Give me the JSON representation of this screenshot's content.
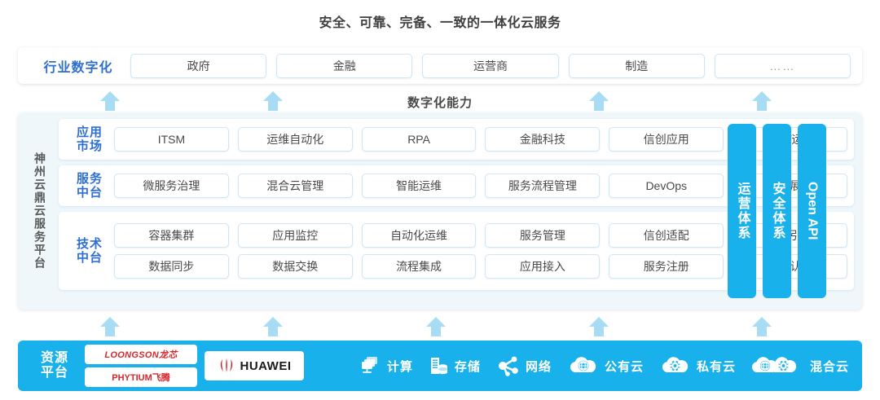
{
  "title": "安全、可靠、完备、一致的一体化云服务",
  "capability_label": "数字化能力",
  "colors": {
    "accent_blue": "#18b1ec",
    "label_blue": "#2f6fd0",
    "arrow_blue": "#a8dcf5",
    "panel_bg": "#eff7fb",
    "chip_border": "#cfe6f7",
    "vendor_red": "#d8262c"
  },
  "industry": {
    "label": "行业数字化",
    "items": [
      {
        "label": "政府"
      },
      {
        "label": "金融"
      },
      {
        "label": "运营商"
      },
      {
        "label": "制造"
      },
      {
        "label": "……"
      }
    ]
  },
  "platform": {
    "vertical_label": "神州云鼎云服务平台",
    "layers": [
      {
        "label_line1": "应用",
        "label_line2": "市场",
        "rows": [
          [
            "ITSM",
            "运维自动化",
            "RPA",
            "金融科技",
            "信创应用",
            "运维/运营"
          ]
        ]
      },
      {
        "label_line1": "服务",
        "label_line2": "中台",
        "rows": [
          [
            "微服务治理",
            "混合云管理",
            "智能运维",
            "服务流程管理",
            "DevOps",
            "大屏展示"
          ]
        ]
      },
      {
        "label_line1": "技术",
        "label_line2": "中台",
        "rows": [
          [
            "容器集群",
            "应用监控",
            "自动化运维",
            "服务管理",
            "信创适配",
            "流程引擎"
          ],
          [
            "数据同步",
            "数据交换",
            "流程集成",
            "应用接入",
            "服务注册",
            "统一认证"
          ]
        ]
      }
    ],
    "side_bars": [
      {
        "label": "运营体系",
        "latin": false
      },
      {
        "label": "安全体系",
        "latin": false
      },
      {
        "label": "Open API",
        "latin": true
      }
    ]
  },
  "resource": {
    "label_line1": "资源",
    "label_line2": "平台",
    "vendors": [
      {
        "name": "LOONGSON龙芯",
        "icon": "loongson-logo"
      },
      {
        "name": "PHYTIUM飞腾",
        "icon": "phytium-logo"
      }
    ],
    "huawei": {
      "name": "HUAWEI",
      "icon": "huawei-logo"
    },
    "items": [
      {
        "label": "计算",
        "icon": "compute-icon"
      },
      {
        "label": "存储",
        "icon": "storage-icon"
      },
      {
        "label": "网络",
        "icon": "network-icon"
      },
      {
        "label": "公有云",
        "icon": "public-cloud-icon"
      },
      {
        "label": "私有云",
        "icon": "private-cloud-icon"
      },
      {
        "label": "混合云",
        "icon": "hybrid-cloud-icon"
      }
    ]
  },
  "arrows": {
    "top_row_x": [
      122,
      322,
      722,
      922
    ],
    "bottom_row_x": [
      122,
      322,
      522,
      722,
      922
    ]
  }
}
